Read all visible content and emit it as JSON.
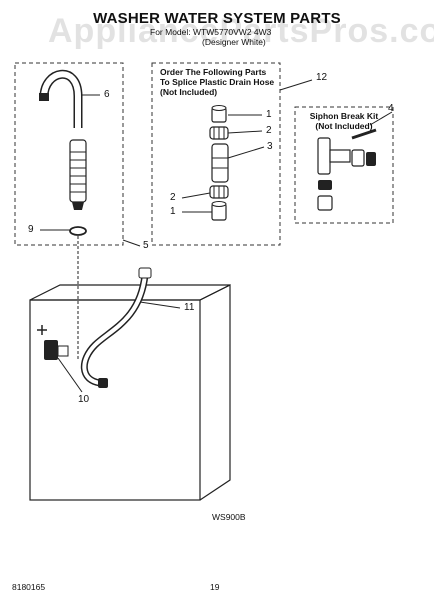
{
  "watermark": "AppliancePartsPros.com",
  "title": "WASHER WATER SYSTEM PARTS",
  "subtitle": {
    "line1": "For Model: WTW5770VW2 4W3",
    "line2": "(Designer White)"
  },
  "splice_box": {
    "line1": "Order The Following Parts",
    "line2": "To Splice Plastic Drain Hose",
    "line3": "(Not Included)"
  },
  "siphon_box": {
    "line1": "Siphon Break Kit",
    "line2": "(Not Included)"
  },
  "callouts": {
    "c1a": "1",
    "c1b": "1",
    "c2a": "2",
    "c2b": "2",
    "c3": "3",
    "c4": "4",
    "c5": "5",
    "c6": "6",
    "c9": "9",
    "c10": "10",
    "c11": "11",
    "c12": "12"
  },
  "figure_code": "WS900B",
  "doc_number": "8180165",
  "page_number": "19"
}
